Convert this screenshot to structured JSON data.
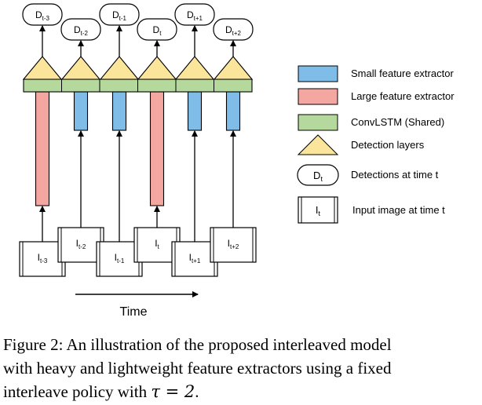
{
  "colors": {
    "small_extractor": "#7fbde8",
    "large_extractor": "#f4a6a0",
    "convlstm": "#b5d99c",
    "detection": "#fbe59a",
    "stroke": "#000000"
  },
  "detections": [
    {
      "base": "D",
      "sub": "t-3"
    },
    {
      "base": "D",
      "sub": "t-2"
    },
    {
      "base": "D",
      "sub": "t-1"
    },
    {
      "base": "D",
      "sub": "t"
    },
    {
      "base": "D",
      "sub": "t+1"
    },
    {
      "base": "D",
      "sub": "t+2"
    }
  ],
  "inputs": [
    {
      "base": "I",
      "sub": "t-3",
      "extractor": "large"
    },
    {
      "base": "I",
      "sub": "t-2",
      "extractor": "small"
    },
    {
      "base": "I",
      "sub": "t-1",
      "extractor": "small"
    },
    {
      "base": "I",
      "sub": "t",
      "extractor": "large"
    },
    {
      "base": "I",
      "sub": "t+1",
      "extractor": "small"
    },
    {
      "base": "I",
      "sub": "t+2",
      "extractor": "small"
    }
  ],
  "time_label": "Time",
  "legend": {
    "small": "Small feature extractor",
    "large": "Large feature extractor",
    "convlstm": "ConvLSTM (Shared)",
    "detection": "Detection layers",
    "detections_at_t": "Detections at time t",
    "input_image": "Input image at time t",
    "dt_base": "D",
    "dt_sub": "t",
    "it_base": "I",
    "it_sub": "t"
  },
  "caption": {
    "line1": "Figure 2: An illustration of the proposed interleaved model",
    "line2": "with heavy and lightweight feature extractors using a fixed",
    "line3_prefix": "interleave policy with ",
    "line3_math": "τ = 2",
    "line3_suffix": "."
  }
}
